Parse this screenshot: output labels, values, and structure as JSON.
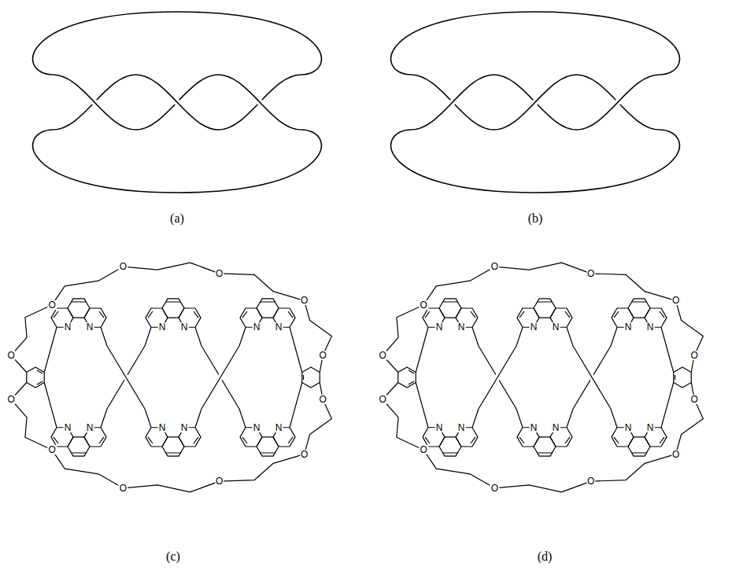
{
  "diagram": {
    "labels": [
      "(a)",
      "(b)",
      "O",
      "O",
      "O",
      "O",
      "O",
      "O",
      "N",
      "N",
      "N",
      "N",
      "N",
      "N",
      "N",
      "N",
      "N",
      "N",
      "N",
      "N",
      "O",
      "O",
      "O",
      "O",
      "O",
      "O",
      "(c)",
      "O",
      "O",
      "O",
      "O",
      "O",
      "O",
      "N",
      "N",
      "N",
      "N",
      "N",
      "N",
      "N",
      "N",
      "N",
      "N",
      "N",
      "N",
      "O",
      "O",
      "O",
      "O",
      "O",
      "O",
      "(d)"
    ]
  }
}
